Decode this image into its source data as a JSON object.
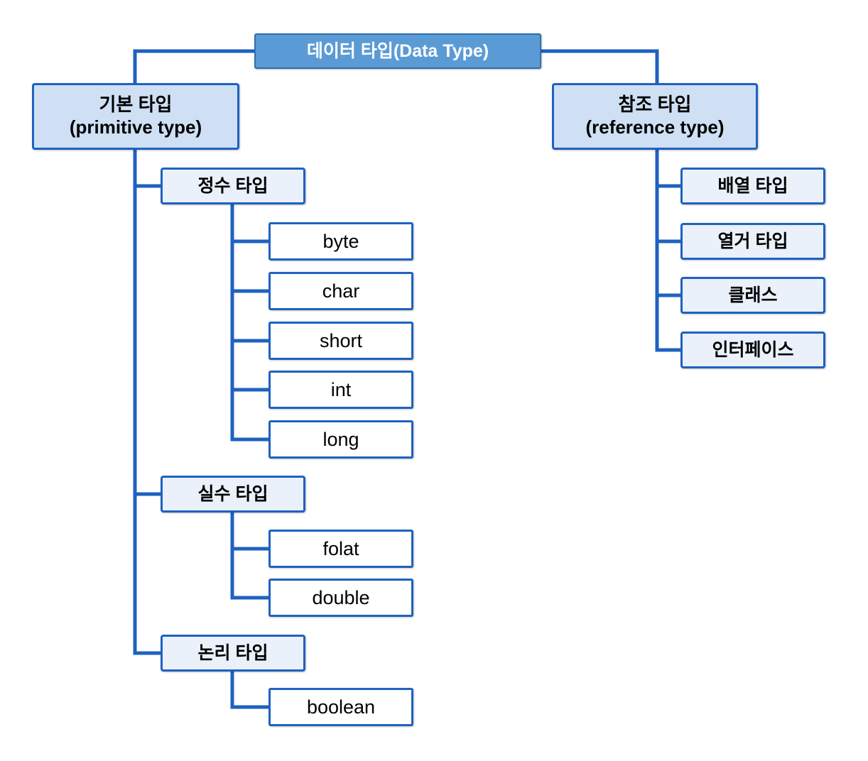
{
  "diagram": {
    "title": "데이터 타입(Data Type)",
    "kind": "tree-diagram",
    "colors": {
      "root_fill": "#5B9BD5",
      "root_text": "#FFFFFF",
      "level2_fill": "#CFE0F5",
      "level3_fill": "#EAF1FB",
      "leaf_fill": "#FFFFFF",
      "border": "#1F62C0",
      "text": "#000000",
      "connector": "#1F62C0",
      "background": "#FFFFFF"
    }
  },
  "nodes": {
    "root": {
      "label": "데이터 타입(Data Type)"
    },
    "primitive": {
      "label": "기본 타입\n(primitive type)",
      "line1": "기본 타입",
      "line2": "(primitive type)"
    },
    "reference": {
      "label": "참조 타입\n(reference type)",
      "line1": "참조 타입",
      "line2": "(reference type)"
    },
    "integer_type": {
      "label": "정수 타입"
    },
    "float_type": {
      "label": "실수 타입"
    },
    "boolean_type": {
      "label": "논리 타입"
    },
    "integer_children": [
      {
        "label": "byte"
      },
      {
        "label": "char"
      },
      {
        "label": "short"
      },
      {
        "label": "int"
      },
      {
        "label": "long"
      }
    ],
    "float_children": [
      {
        "label": "folat"
      },
      {
        "label": "double"
      }
    ],
    "boolean_children": [
      {
        "label": "boolean"
      }
    ],
    "reference_children": [
      {
        "label": "배열 타입"
      },
      {
        "label": "열거 타입"
      },
      {
        "label": "클래스"
      },
      {
        "label": "인터페이스"
      }
    ]
  }
}
